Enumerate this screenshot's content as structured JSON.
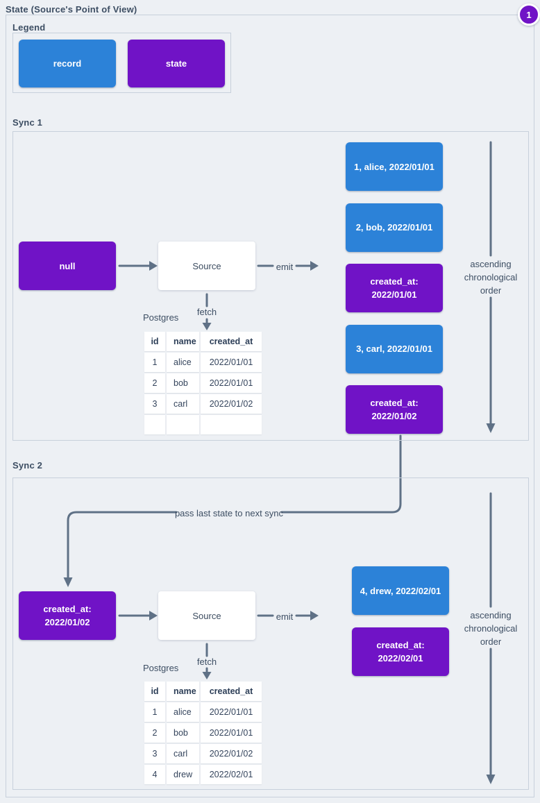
{
  "page": {
    "title": "State (Source's Point of View)",
    "badge": "1"
  },
  "colors": {
    "record": "#2C82D8",
    "state": "#7013C6",
    "line": "#5F7186",
    "panel_border": "#C7D0DB",
    "background": "#EDF0F4",
    "text": "#3D4E63"
  },
  "legend": {
    "label": "Legend",
    "items": [
      {
        "type": "record",
        "label": "record"
      },
      {
        "type": "state",
        "label": "state"
      }
    ]
  },
  "connector": {
    "label": "pass last state to next sync"
  },
  "sync1": {
    "label": "Sync 1",
    "input_state": "null",
    "source_label": "Source",
    "emit_label": "emit",
    "fetch_label": "fetch",
    "db_label": "Postgres",
    "order_label": [
      "ascending",
      "chronological",
      "order"
    ],
    "emitted": [
      {
        "type": "record",
        "lines": [
          "1, alice, 2022/01/01"
        ]
      },
      {
        "type": "record",
        "lines": [
          "2, bob, 2022/01/01"
        ]
      },
      {
        "type": "state",
        "lines": [
          "created_at:",
          "2022/01/01"
        ]
      },
      {
        "type": "record",
        "lines": [
          "3, carl, 2022/01/01"
        ]
      },
      {
        "type": "state",
        "lines": [
          "created_at:",
          "2022/01/02"
        ]
      }
    ],
    "table": {
      "headers": [
        "id",
        "name",
        "created_at"
      ],
      "rows": [
        [
          "1",
          "alice",
          "2022/01/01"
        ],
        [
          "2",
          "bob",
          "2022/01/01"
        ],
        [
          "3",
          "carl",
          "2022/01/02"
        ],
        [
          "",
          "",
          ""
        ]
      ]
    }
  },
  "sync2": {
    "label": "Sync 2",
    "input_state": [
      "created_at:",
      "2022/01/02"
    ],
    "source_label": "Source",
    "emit_label": "emit",
    "fetch_label": "fetch",
    "db_label": "Postgres",
    "order_label": [
      "ascending",
      "chronological",
      "order"
    ],
    "emitted": [
      {
        "type": "record",
        "lines": [
          "4, drew, 2022/02/01"
        ]
      },
      {
        "type": "state",
        "lines": [
          "created_at:",
          "2022/02/01"
        ]
      }
    ],
    "table": {
      "headers": [
        "id",
        "name",
        "created_at"
      ],
      "rows": [
        [
          "1",
          "alice",
          "2022/01/01"
        ],
        [
          "2",
          "bob",
          "2022/01/01"
        ],
        [
          "3",
          "carl",
          "2022/01/02"
        ],
        [
          "4",
          "drew",
          "2022/02/01"
        ]
      ]
    }
  }
}
